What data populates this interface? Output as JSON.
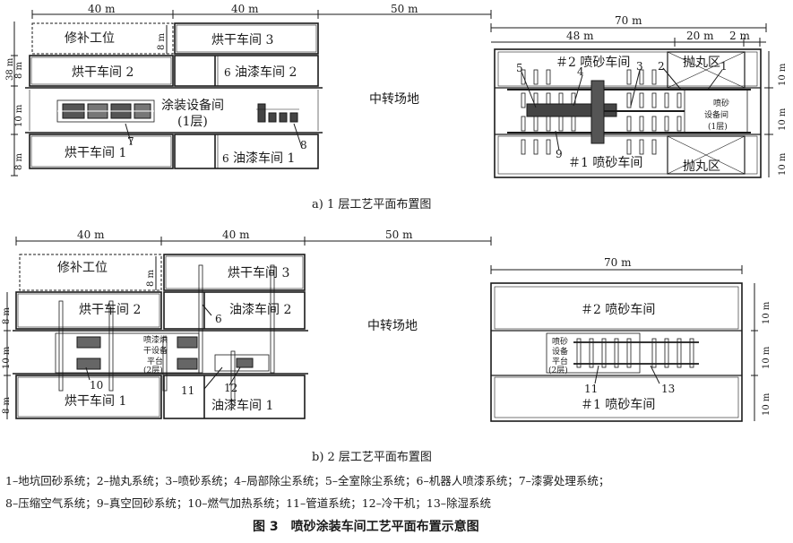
{
  "top_left": {
    "dims": [
      "40 m",
      "40 m",
      "50 m"
    ],
    "side_dims": [
      "38 m",
      "8 m",
      "10 m",
      "8 m"
    ],
    "rooms": {
      "repair": "修补工位",
      "dry3": "烘干车间 3",
      "dry2": "烘干车间 2",
      "paint2": "油漆车间 2",
      "coating": "涂装设备间",
      "coating_floor": "(1层)",
      "dry1": "烘干车间 1",
      "paint1": "油漆车间 1",
      "transfer": "中转场地"
    },
    "small_dim": "8 m",
    "markers": [
      "6",
      "6",
      "7",
      "8"
    ]
  },
  "top_right": {
    "dims": [
      "70 m",
      "48 m",
      "20 m",
      "2 m"
    ],
    "side_dims": [
      "10 m",
      "10 m",
      "10 m"
    ],
    "rooms": {
      "blast2": "＃2 喷砂车间",
      "blast1": "＃1 喷砂车间",
      "shot_top": "抛丸区",
      "shot_bottom": "抛丸区",
      "blast_equip": [
        "喷砂",
        "设备间",
        "(1层)"
      ]
    },
    "markers": [
      "5",
      "4",
      "3",
      "2",
      "1",
      "9"
    ]
  },
  "caption_a": "a) 1 层工艺平面布置图",
  "bottom_left": {
    "dims": [
      "40 m",
      "40 m",
      "50 m"
    ],
    "side_dims": [
      "8 m",
      "10 m",
      "8 m"
    ],
    "rooms": {
      "repair": "修补工位",
      "dry3": "烘干车间 3",
      "dry2": "烘干车间 2",
      "paint2": "油漆车间 2",
      "platform": [
        "喷漆烘",
        "干设备",
        "平台",
        "(2层)"
      ],
      "dry1": "烘干车间 1",
      "paint1": "油漆车间 1",
      "transfer": "中转场地"
    },
    "small_dim": "8 m",
    "markers": [
      "6",
      "10",
      "11",
      "12"
    ]
  },
  "bottom_right": {
    "dims": [
      "70 m"
    ],
    "side_dims": [
      "10 m",
      "10 m",
      "10 m"
    ],
    "rooms": {
      "blast2": "＃2 喷砂车间",
      "blast1": "＃1 喷砂车间",
      "platform": [
        "喷砂",
        "设备",
        "平台",
        "(2层)"
      ]
    },
    "markers": [
      "11",
      "13"
    ]
  },
  "caption_b": "b) 2 层工艺平面布置图",
  "legend_line1": "1–地坑回砂系统；2–抛丸系统；3–喷砂系统；4–局部除尘系统；5–全室除尘系统；6–机器人喷漆系统；7–漆雾处理系统；",
  "legend_line2": "8–压缩空气系统；9–真空回砂系统；10–燃气加热系统；11–管道系统；12–冷干机；13–除湿系统",
  "figure_title": "图 3　喷砂涂装车间工艺平面布置示意图"
}
